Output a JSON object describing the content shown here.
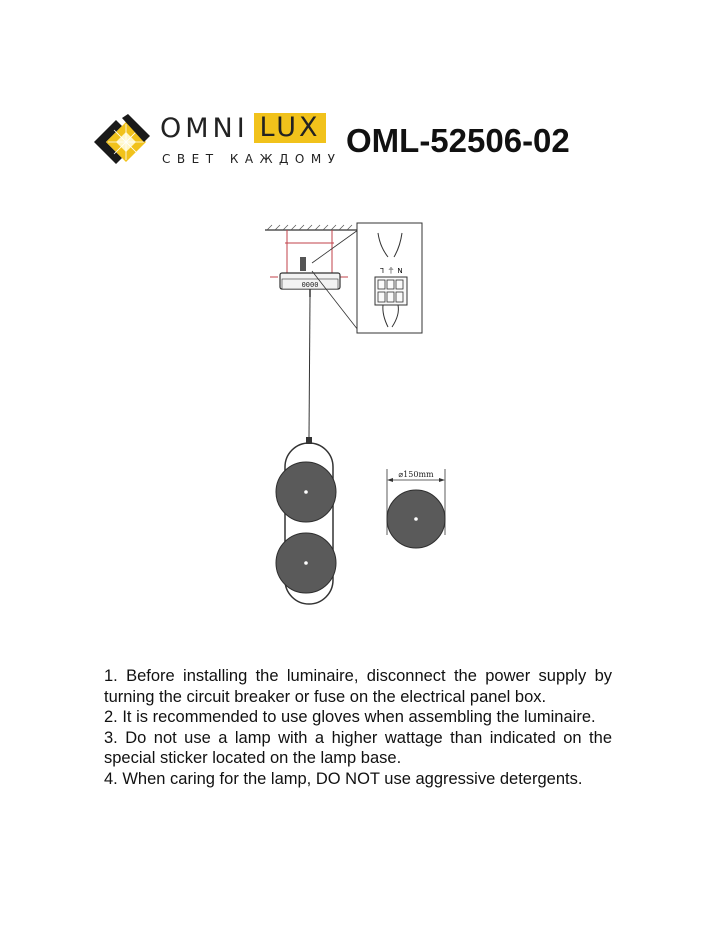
{
  "brand": {
    "name_left": "OMNI",
    "name_right": "LUX",
    "tagline": "СВЕТ КАЖДОМУ",
    "accent_color": "#f1c21b"
  },
  "model": "OML-52506-02",
  "diagram": {
    "canopy_label": "0000",
    "terminal_labels": [
      "L",
      "⏚",
      "N"
    ],
    "diameter_label": "⌀150mm"
  },
  "instructions": [
    "1. Before installing the luminaire, disconnect the power supply by turning the circuit breaker or fuse on the electrical panel box.",
    "2. It is recommended to use gloves when assembling the luminaire.",
    "3. Do not use a lamp with a higher wattage than indicated on the special sticker located on the lamp base.",
    "4. When caring for the lamp, DO NOT use aggressive detergents."
  ]
}
